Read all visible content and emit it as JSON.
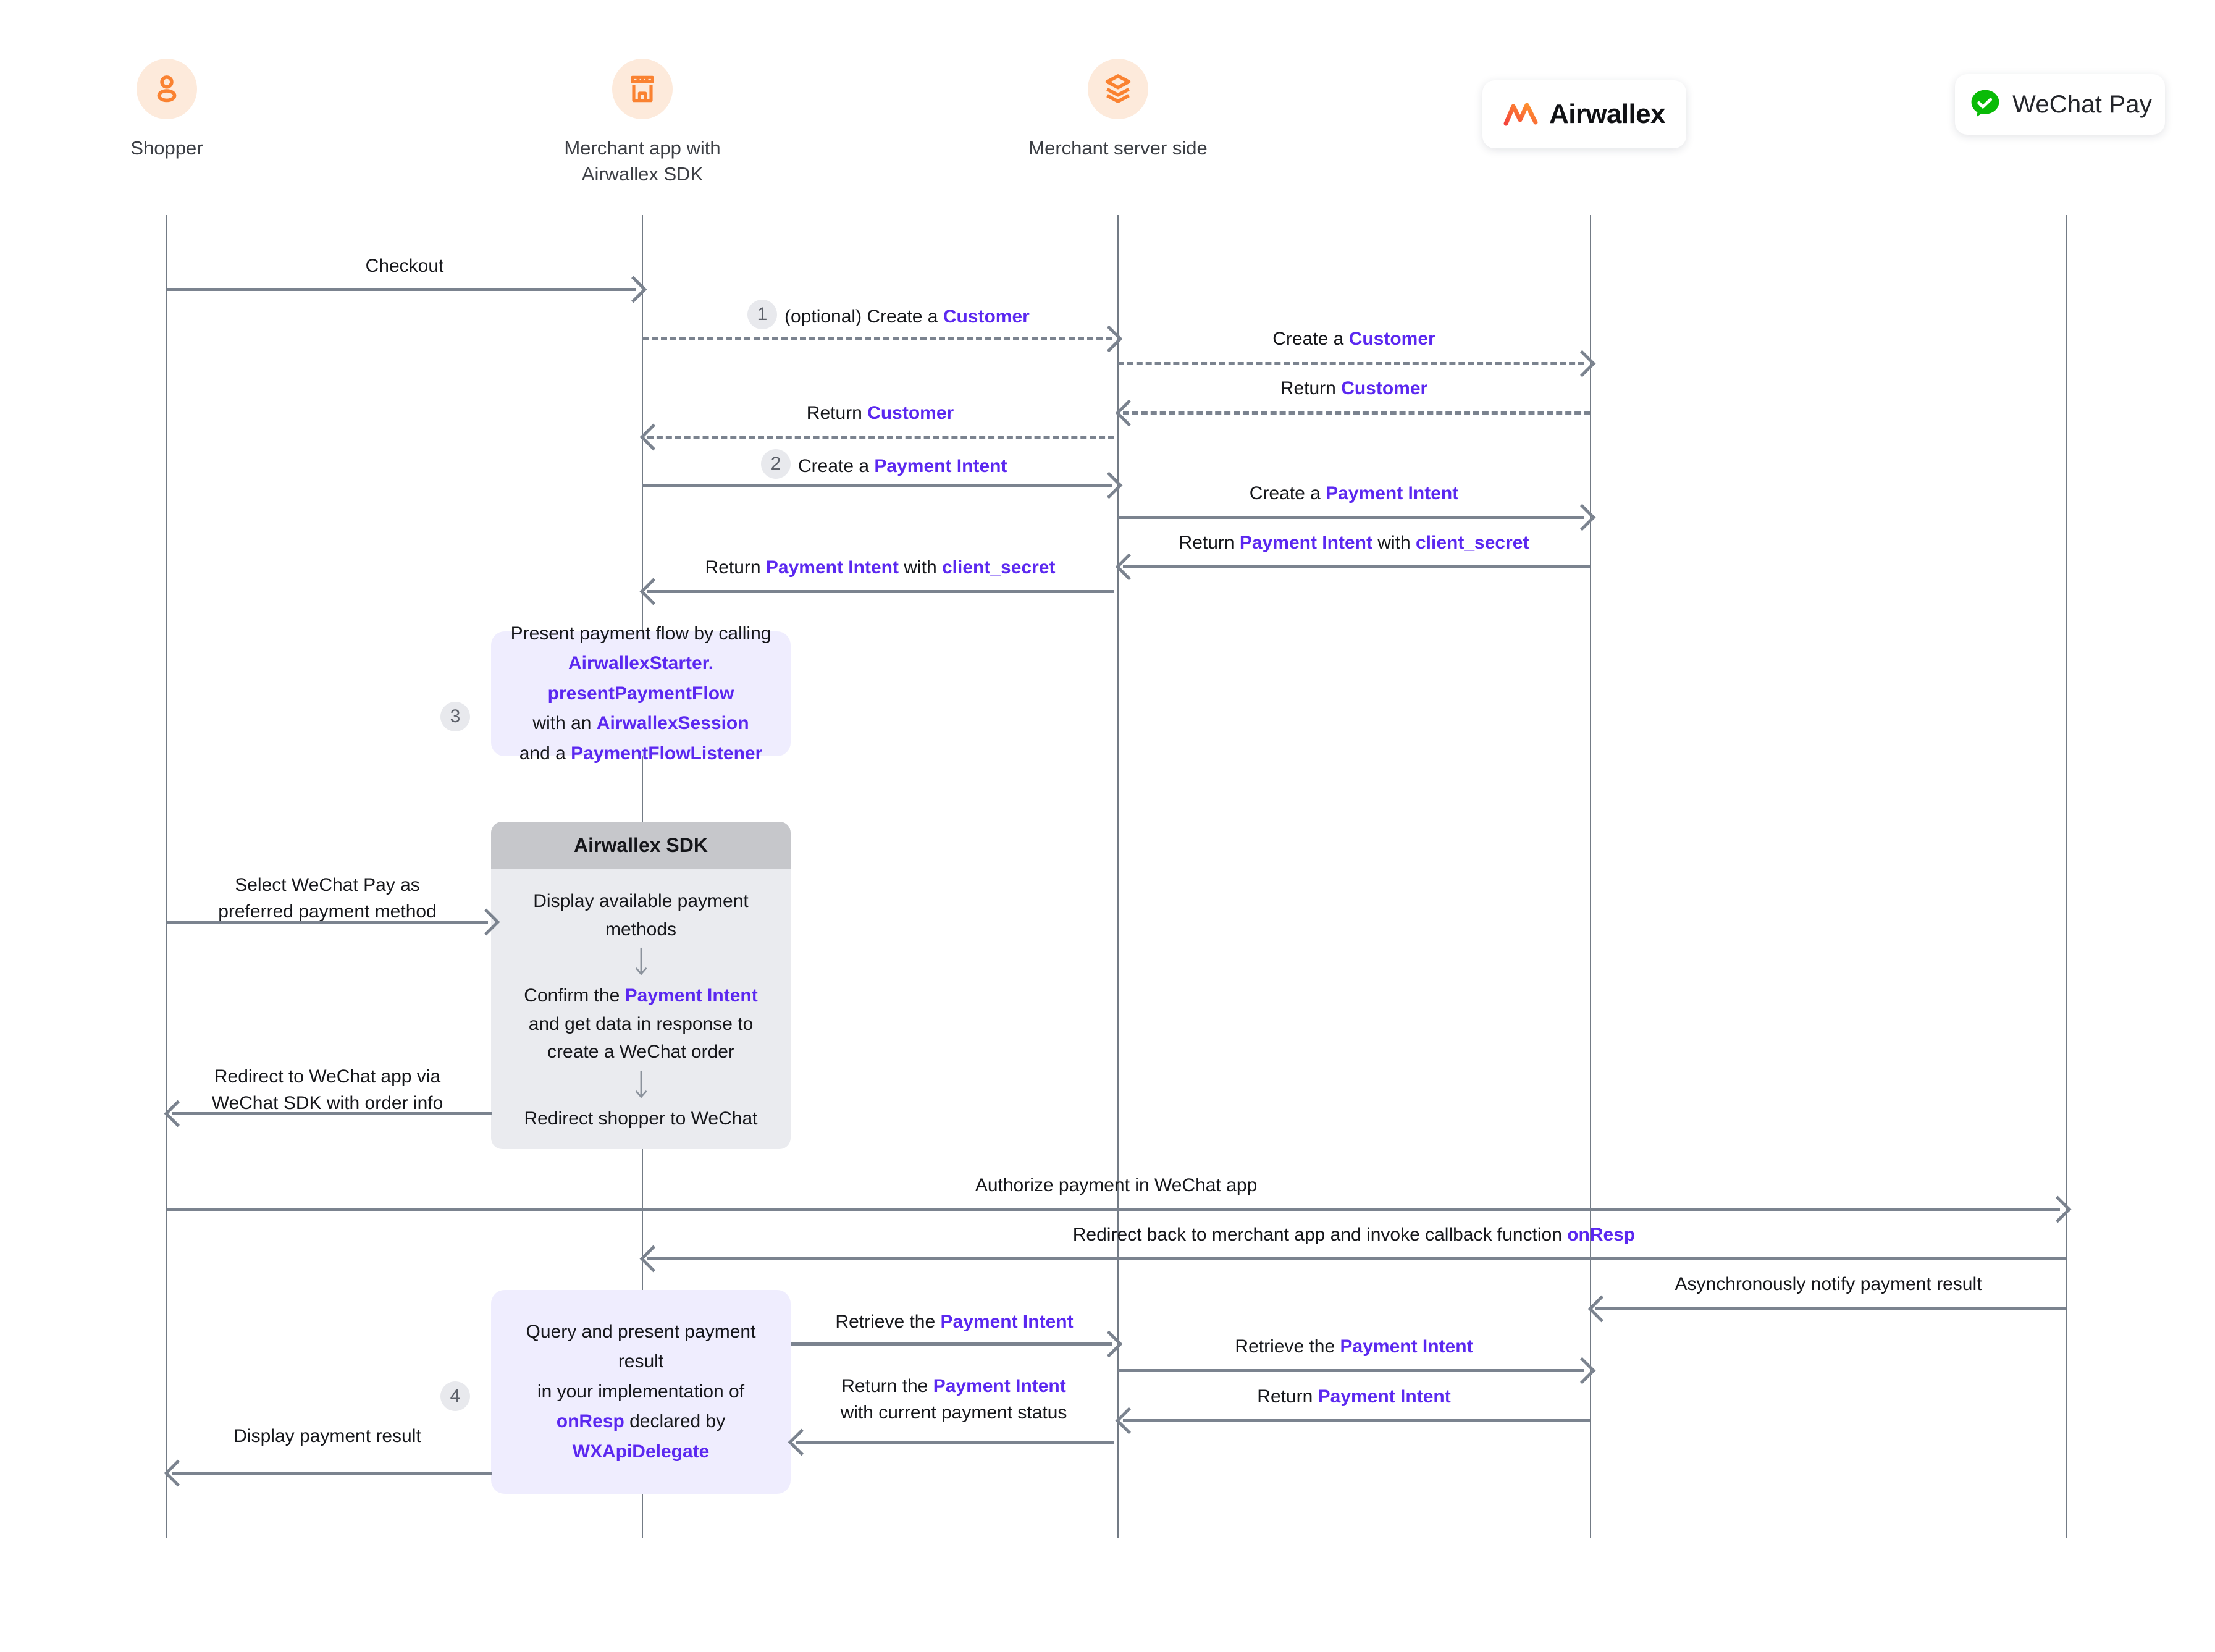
{
  "diagram": {
    "title": "WeChat Pay payment flow with Airwallex SDK",
    "accent_purple": "#5B28F0",
    "line_gray": "#7b838f",
    "icon_orange": "#FA8231",
    "note_bg": "#EFEDFE",
    "sdk_bg": "#EAEBEF"
  },
  "actors": [
    {
      "id": "shopper",
      "label": "Shopper",
      "icon": "user-icon"
    },
    {
      "id": "merchant_app",
      "label": "Merchant app with\nAirwallex SDK",
      "icon": "store-icon"
    },
    {
      "id": "merchant_server",
      "label": "Merchant server side",
      "icon": "layers-icon"
    },
    {
      "id": "airwallex",
      "label": "Airwallex",
      "icon": "airwallex-logo"
    },
    {
      "id": "wechat",
      "label": "WeChat Pay",
      "icon": "wechat-pay-logo"
    }
  ],
  "messages": [
    {
      "id": "checkout",
      "label": "Checkout"
    },
    {
      "id": "create_customer_1",
      "step": "1",
      "prefix": "(optional) Create a ",
      "kw": "Customer"
    },
    {
      "id": "create_customer_2",
      "prefix": "Create a ",
      "kw": "Customer"
    },
    {
      "id": "return_customer_2",
      "prefix": "Return ",
      "kw": "Customer"
    },
    {
      "id": "return_customer_1",
      "prefix": "Return ",
      "kw": "Customer"
    },
    {
      "id": "create_pi_1",
      "step": "2",
      "prefix": "Create a ",
      "kw": "Payment Intent"
    },
    {
      "id": "create_pi_2",
      "prefix": "Create a ",
      "kw": "Payment Intent"
    },
    {
      "id": "return_pi_secret_2",
      "prefix": "Return ",
      "kw": "Payment Intent",
      "mid": " with ",
      "kw2": "client_secret"
    },
    {
      "id": "return_pi_secret_1",
      "prefix": "Return ",
      "kw": "Payment Intent",
      "mid": " with ",
      "kw2": "client_secret"
    },
    {
      "id": "select_wechat",
      "line1": "Select WeChat Pay as",
      "line2": "preferred payment method"
    },
    {
      "id": "redirect_wechat_app",
      "line1": "Redirect to WeChat app via",
      "line2": "WeChat SDK with order info"
    },
    {
      "id": "authorize_payment",
      "label": "Authorize payment in WeChat app"
    },
    {
      "id": "redirect_back",
      "prefix": "Redirect back to merchant app and invoke callback function ",
      "kw": "onResp"
    },
    {
      "id": "async_notify",
      "label": "Asynchronously notify payment result"
    },
    {
      "id": "retrieve_pi_1",
      "prefix": "Retrieve the ",
      "kw": "Payment Intent"
    },
    {
      "id": "retrieve_pi_2",
      "prefix": "Retrieve the ",
      "kw": "Payment Intent"
    },
    {
      "id": "return_pi_2",
      "prefix": "Return ",
      "kw": "Payment Intent"
    },
    {
      "id": "return_pi_status",
      "l1_prefix": "Return the ",
      "l1_kw": "Payment Intent",
      "l2": "with current payment status"
    },
    {
      "id": "display_result",
      "label": "Display payment result"
    }
  ],
  "notes": {
    "step3": {
      "number": "3",
      "l1": "Present payment flow by calling",
      "l2_kw": "AirwallexStarter.",
      "l3_kw": "presentPaymentFlow",
      "l4_pre": "with an ",
      "l4_kw": "AirwallexSession",
      "l5_pre": "and a ",
      "l5_kw": "PaymentFlowListener"
    },
    "step4": {
      "number": "4",
      "l1": "Query and present payment result",
      "l2": "in your implementation of",
      "l3_kw": "onResp",
      "l3_post": " declared by",
      "l4_kw": "WXApiDelegate"
    },
    "sdk": {
      "title": "Airwallex SDK",
      "s1": "Display available payment methods",
      "s2_pre": "Confirm the ",
      "s2_kw": "Payment Intent",
      "s2_l2": "and get data in response to",
      "s2_l3": "create a WeChat order",
      "s3": "Redirect shopper to WeChat"
    }
  }
}
